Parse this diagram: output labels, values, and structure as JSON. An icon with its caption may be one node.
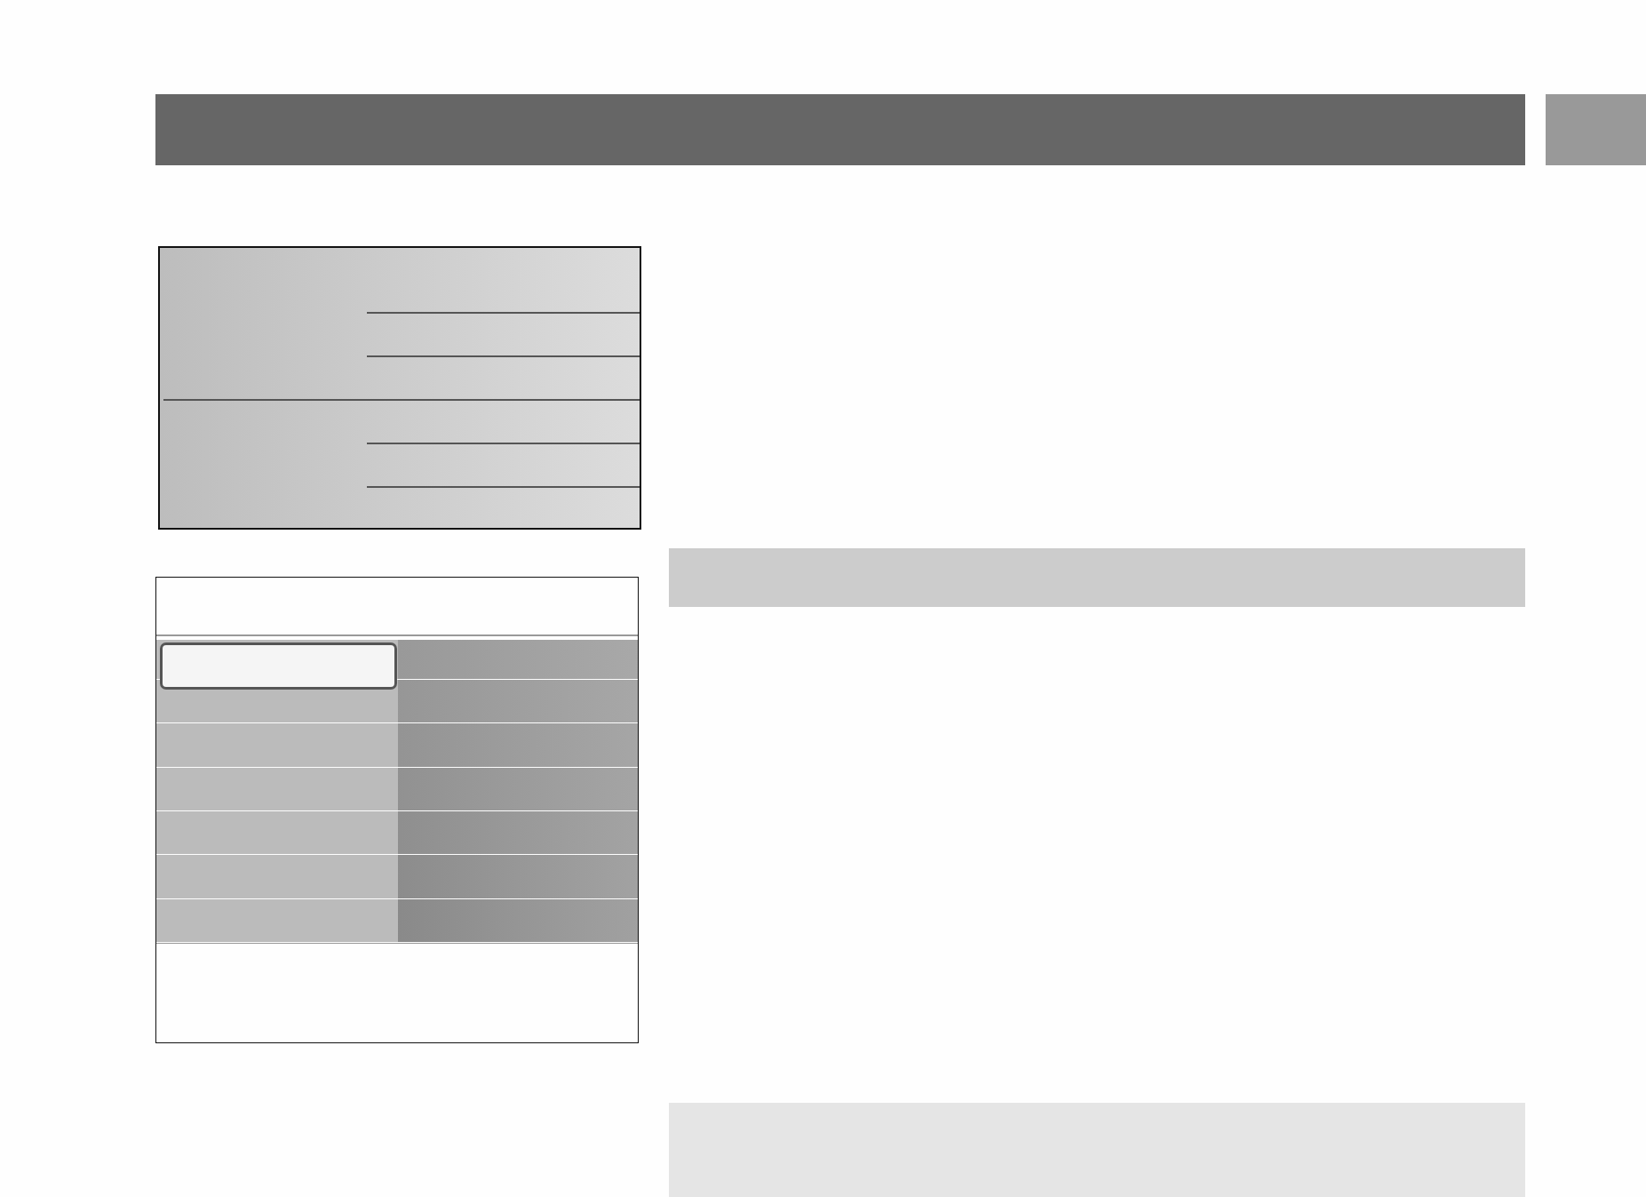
{
  "diagram": {
    "nodes": [
      {
        "text": [],
        "shape": "bar"
      },
      {
        "text": [],
        "shape": "box"
      },
      {
        "text": [],
        "shape": "box"
      },
      {
        "text": [],
        "shape": "box"
      },
      {
        "text": [],
        "shape": "box",
        "in": 3
      },
      {
        "text": [],
        "shape": "bar"
      },
      {
        "text": [],
        "shape": "bar"
      }
    ]
  }
}
